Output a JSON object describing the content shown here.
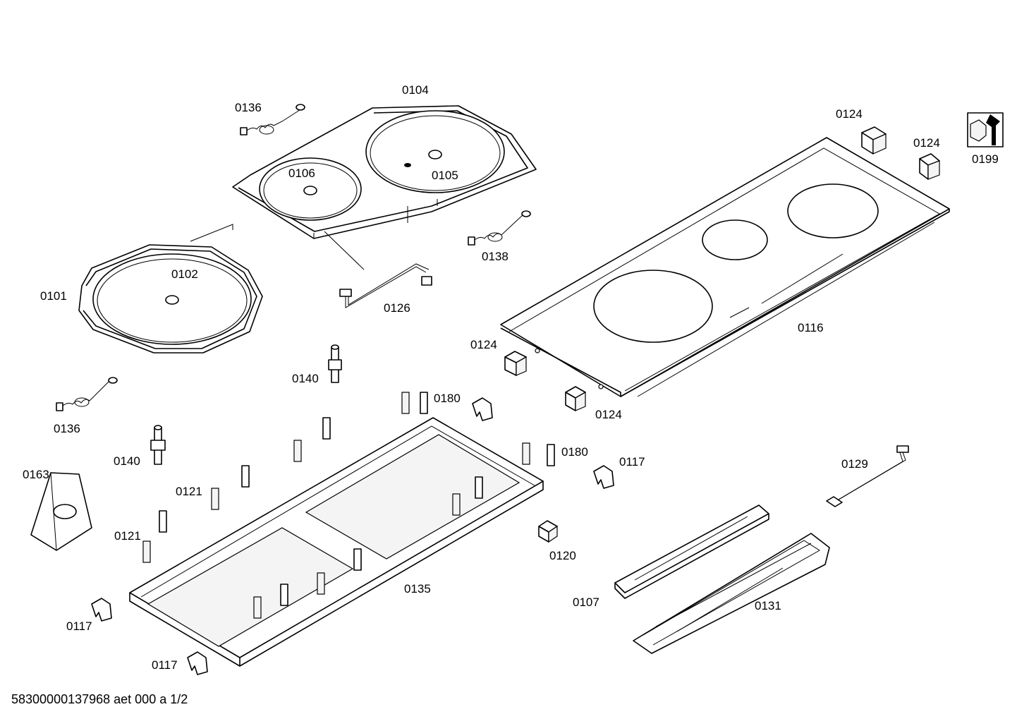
{
  "diagram": {
    "parts": [
      {
        "id": "p0104",
        "label": "0104"
      },
      {
        "id": "p0136a",
        "label": "0136"
      },
      {
        "id": "p0106",
        "label": "0106"
      },
      {
        "id": "p0105",
        "label": "0105"
      },
      {
        "id": "p0124a",
        "label": "0124"
      },
      {
        "id": "p0124b",
        "label": "0124"
      },
      {
        "id": "p0199",
        "label": "0199"
      },
      {
        "id": "p0138",
        "label": "0138"
      },
      {
        "id": "p0102",
        "label": "0102"
      },
      {
        "id": "p0101",
        "label": "0101"
      },
      {
        "id": "p0126",
        "label": "0126"
      },
      {
        "id": "p0116",
        "label": "0116"
      },
      {
        "id": "p0124c",
        "label": "0124"
      },
      {
        "id": "p0140a",
        "label": "0140"
      },
      {
        "id": "p0136b",
        "label": "0136"
      },
      {
        "id": "p0180a",
        "label": "0180"
      },
      {
        "id": "p0124d",
        "label": "0124"
      },
      {
        "id": "p0180b",
        "label": "0180"
      },
      {
        "id": "p0117a",
        "label": "0117"
      },
      {
        "id": "p0140b",
        "label": "0140"
      },
      {
        "id": "p0163",
        "label": "0163"
      },
      {
        "id": "p0129",
        "label": "0129"
      },
      {
        "id": "p0121a",
        "label": "0121"
      },
      {
        "id": "p0121b",
        "label": "0121"
      },
      {
        "id": "p0120",
        "label": "0120"
      },
      {
        "id": "p0135",
        "label": "0135"
      },
      {
        "id": "p0107",
        "label": "0107"
      },
      {
        "id": "p0131",
        "label": "0131"
      },
      {
        "id": "p0117b",
        "label": "0117"
      },
      {
        "id": "p0117c",
        "label": "0117"
      }
    ]
  },
  "footer": {
    "document_id": "58300000137968 aet 000 a 1/2"
  }
}
